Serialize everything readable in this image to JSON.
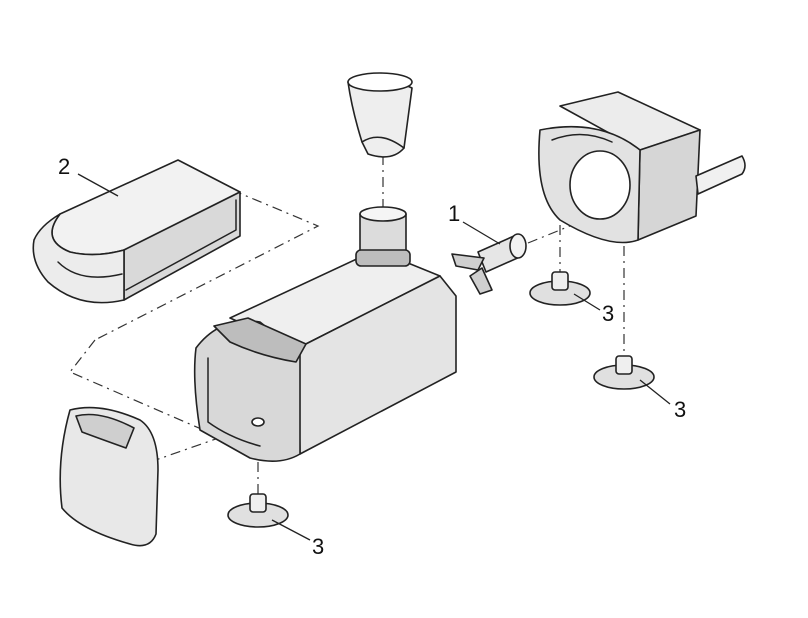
{
  "diagram": {
    "callouts": {
      "impeller": "1",
      "filter_sponge": "2",
      "suction_cup_front": "3",
      "suction_cup_right_upper": "3",
      "suction_cup_right_lower": "3"
    },
    "colors": {
      "line": "#222222",
      "fill_light": "#f2f2f2",
      "fill_mid": "#d6d6d6",
      "fill_dark": "#9a9a9a",
      "background": "#ffffff"
    }
  }
}
